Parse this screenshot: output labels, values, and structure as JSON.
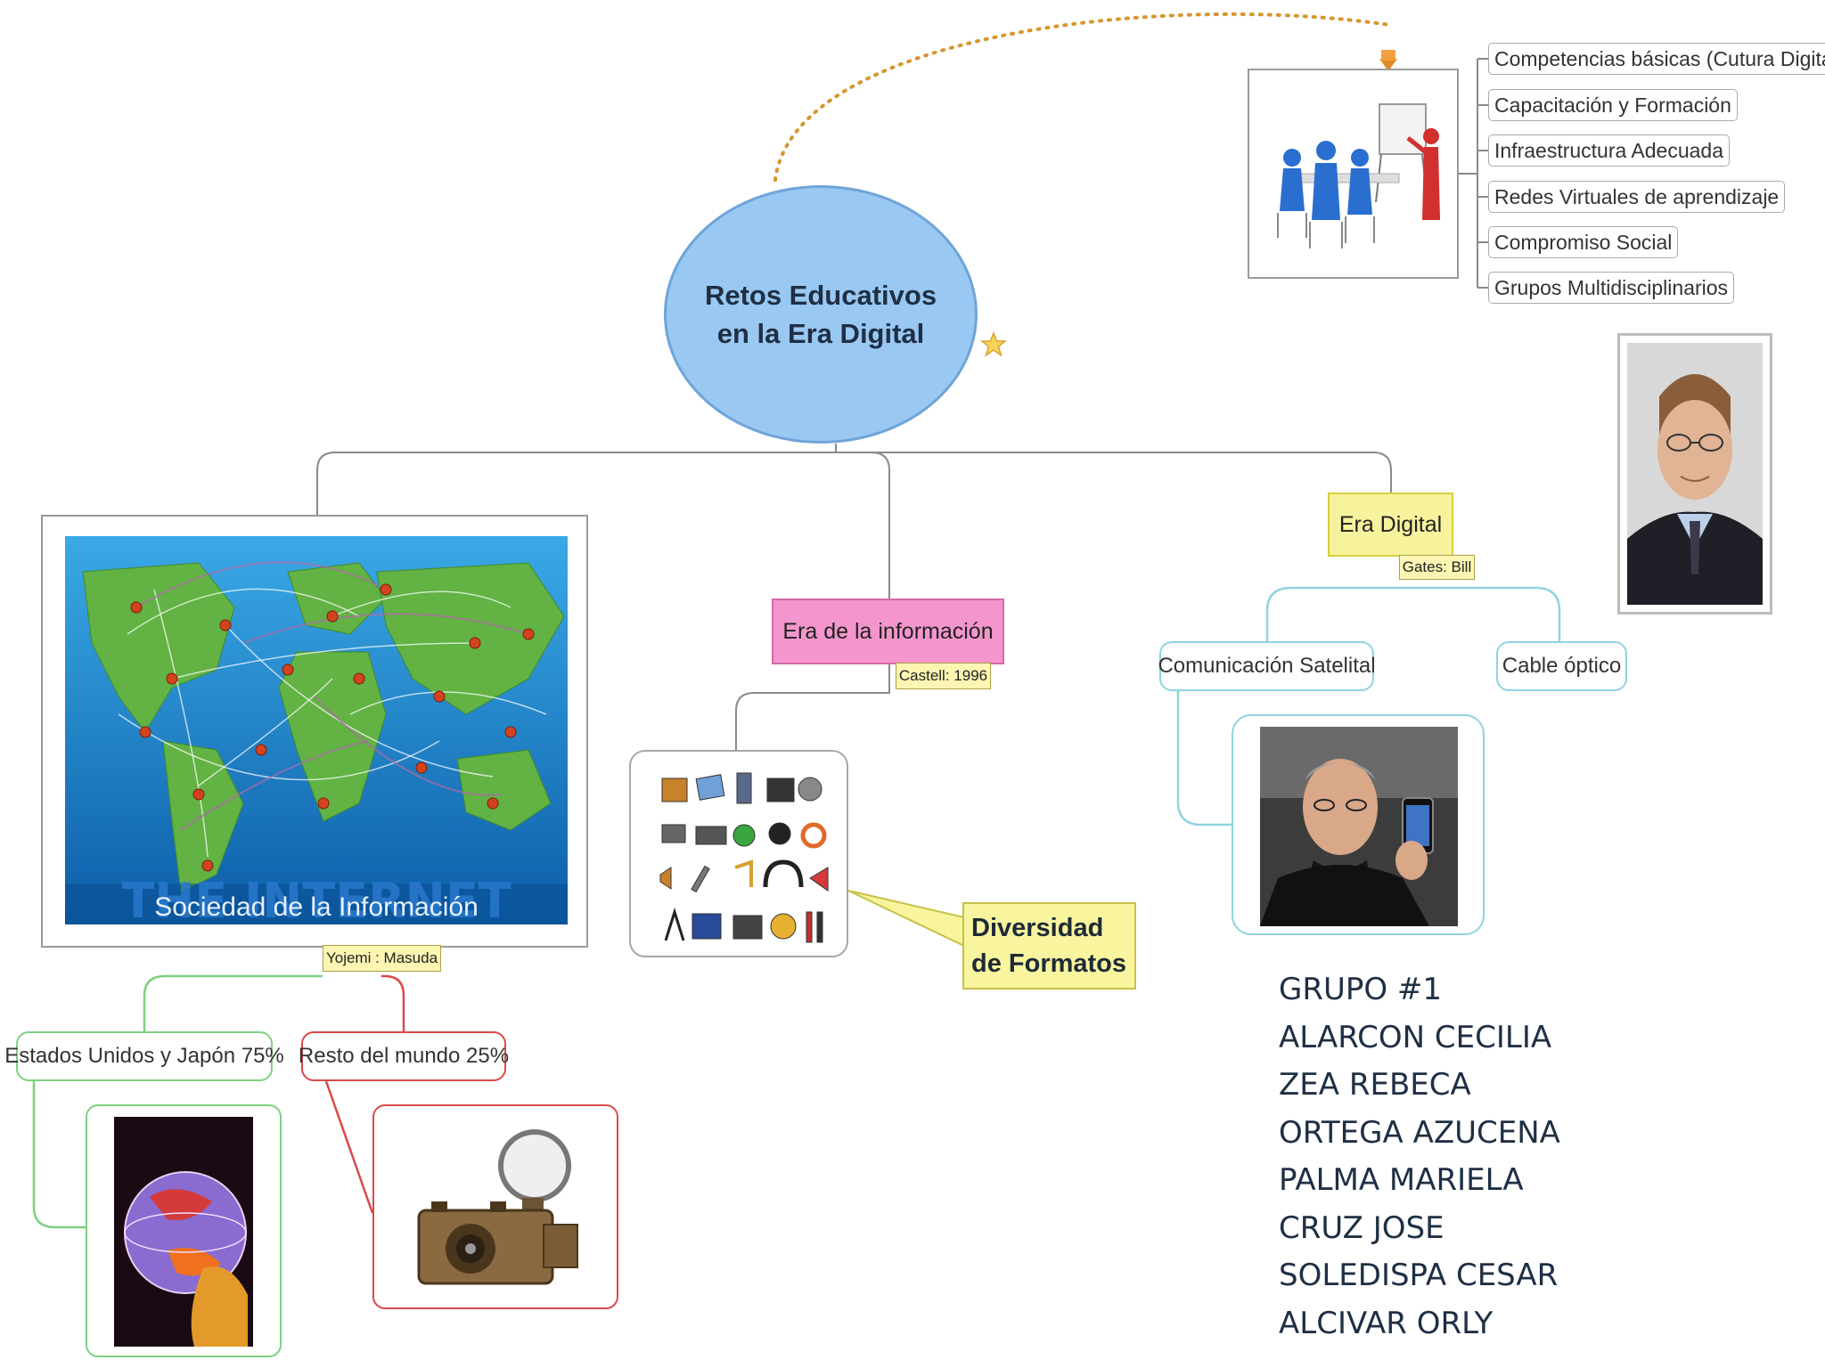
{
  "central_topic": "Retos Educativos en la Era Digital",
  "branches": {
    "sociedad": {
      "image_caption": "Sociedad de la Información",
      "image_watermark": "THE INTERNET",
      "author_note": "Yojemi : Masuda",
      "children": [
        "Estados Unidos y Japón 75%",
        "Resto del mundo 25%"
      ]
    },
    "era_informacion": {
      "label": "Era de la información",
      "author_note": "Castell: 1996",
      "callout": "Diversidad de Formatos"
    },
    "era_digital": {
      "label": "Era Digital",
      "author_note": "Gates: Bill",
      "children": [
        "Comunicación Satelital",
        "Cable óptico"
      ]
    },
    "retos": {
      "items": [
        "Competencias básicas (Cutura Digital)",
        "Capacitación y Formación",
        "Infraestructura Adecuada",
        "Redes Virtuales de aprendizaje",
        "Compromiso Social",
        "Grupos Multidisciplinarios"
      ]
    }
  },
  "group": {
    "title": "GRUPO #1",
    "members": [
      "ALARCON CECILIA",
      "ZEA REBECA",
      "ORTEGA AZUCENA",
      "PALMA MARIELA",
      "CRUZ JOSE",
      "SOLEDISPA CESAR",
      "ALCIVAR ORLY"
    ]
  },
  "colors": {
    "central": "#99c8f2",
    "era_informacion": "#f496cd",
    "era_digital": "#f7f29c",
    "note": "#fdf6b3",
    "teal_border": "#8fd4e0",
    "green_border": "#7fd07f",
    "red_border": "#d94a4a",
    "connector": "#d6962f"
  },
  "icons": [
    "world-map-network-image",
    "classroom-figures-icon",
    "media-icons-grid",
    "bill-gates-portrait",
    "steve-jobs-iphone-image",
    "globe-hand-image",
    "vintage-camera-image",
    "star-icon"
  ]
}
